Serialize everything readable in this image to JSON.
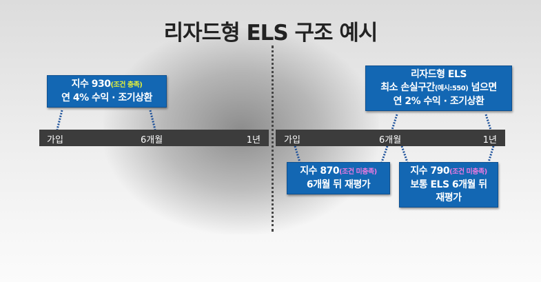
{
  "title": "리자드형 ELS 구조 예시",
  "timeline_labels": {
    "start": "가입",
    "mid": "6개월",
    "end": "1년"
  },
  "left": {
    "box": {
      "line1_main": "지수 930",
      "line1_note": "(조건 충족)",
      "line2": "연 4% 수익 · 조기상환"
    }
  },
  "right": {
    "top_box": {
      "line1": "리자드형 ELS",
      "line2_a": "최소 손실구간",
      "line2_note": "(예시:550)",
      "line2_b": " 넘으면",
      "line3": "연 2% 수익 · 조기상환"
    },
    "bottom_left_box": {
      "line1_main": "지수 870",
      "line1_note": "(조건 미충족)",
      "line2": "6개월 뒤 재평가"
    },
    "bottom_right_box": {
      "line1_main": "지수 790",
      "line1_note": "(조건 미충족)",
      "line2": "보통 ELS 6개월 뒤",
      "line3": "재평가"
    }
  },
  "colors": {
    "box": "#1367b3",
    "bar": "#3c3c3c",
    "met": "#e4f03a",
    "unmet": "#f07ae0"
  }
}
